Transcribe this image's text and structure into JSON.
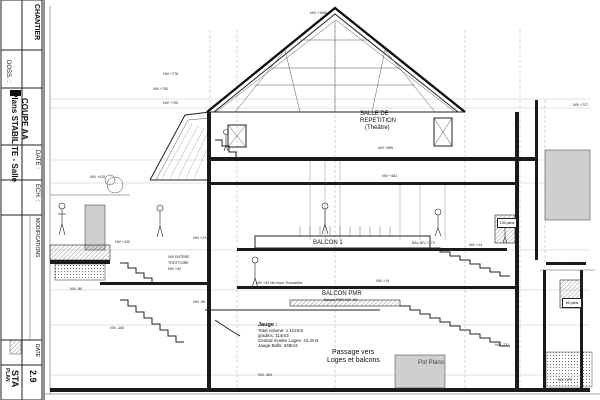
{
  "cartouche": {
    "chantier_title": "CHANTIER",
    "plan_title": "Plans STABILITE - Salle",
    "section_title": "COUPE AA",
    "doss_label": "DOSS. :",
    "date_label": "DATE :",
    "ech_label": "ECH. :",
    "modifications_label": "MODIFICATIONS",
    "date_col_label": "DATE",
    "plan_label": "PLAN",
    "sta_label": "STA",
    "plan_number": "2.9"
  },
  "rooms": {
    "repetition": "SALLE DE",
    "repetition_2": "REPETITION",
    "repetition_3": "(Théâtre)",
    "balcon1": "BALCON 1",
    "balcon_pmr": "BALCON PMR",
    "passage_1": "Passage vers",
    "passage_2": "Loges et balcons",
    "plateau": "Pot Plano"
  },
  "jauge": {
    "title": "Jauge :",
    "lines": [
      "Total volume: 1 112m3",
      "gradins: 114m3",
      "Central modes Loges: 44,2m3",
      "Jauge Balls: 348m3"
    ]
  },
  "levels": {
    "top": "NIV +1066",
    "n778": "NIV +778",
    "n700": "NIV +700",
    "n555": "NIV +555",
    "n482": "NIV +482",
    "n415": "NIV +415",
    "n174": "NIV +174",
    "n120": "NIV +120",
    "n14": "NIV +14",
    "n000": "NIV +0",
    "n80": "NIV -80",
    "n184": "NIV -184",
    "n364": "NIV -364",
    "n231": "NIV -231",
    "n370": "NIV -370",
    "n727": "NIV +727",
    "niv_entree": "NIV ENTREE",
    "trottoire": "TROTTOIRE",
    "niv42": "NIV +42",
    "n90": "NIV -90",
    "foyer": "NIV +40 Niv foyer Trouvailles",
    "pmr_niv": "Balcon PMR NIV -90",
    "balcon_niv": "BAL NIV +174"
  },
  "tags": {
    "t130": "130 pans",
    "t60": "60 pans"
  }
}
